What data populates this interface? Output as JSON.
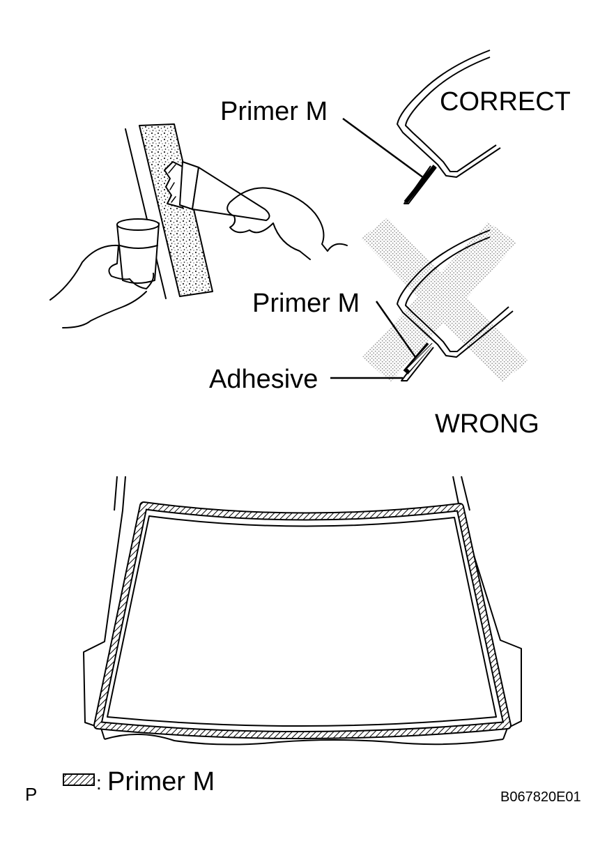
{
  "labels": {
    "correct": "CORRECT",
    "wrong": "WRONG",
    "primer_top": "Primer M",
    "primer_wrong": "Primer M",
    "adhesive": "Adhesive"
  },
  "legend": {
    "text": "Primer M",
    "separator": ":"
  },
  "corner_letter": "P",
  "figure_code": "B067820E01",
  "colors": {
    "line": "#000000",
    "background": "#ffffff",
    "stipple": "#9a9a9a"
  }
}
